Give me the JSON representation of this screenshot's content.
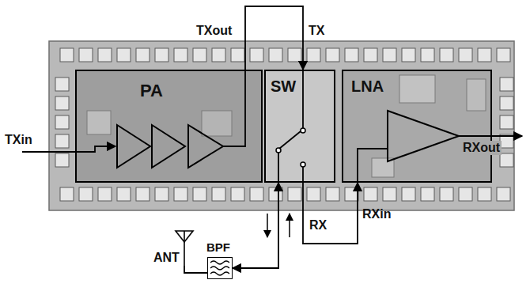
{
  "diagram": {
    "nodes": [
      {
        "text": [
          "PA"
        ]
      },
      {
        "text": [
          "SW"
        ]
      },
      {
        "text": [
          "LNA"
        ]
      },
      {
        "text": [
          "ANT"
        ]
      },
      {
        "text": [
          "BPF"
        ]
      }
    ],
    "edges": [
      {
        "from": 0,
        "to": 1,
        "arrow": "to"
      },
      {
        "from": 1,
        "to": 2,
        "arrow": "to"
      },
      {
        "from": 3,
        "to": 4,
        "arrow": "none"
      },
      {
        "from": 4,
        "to": 1,
        "arrow": "both"
      }
    ],
    "labels": [
      "TXout",
      "TX",
      "TXin",
      "RXout",
      "RX",
      "RXin"
    ]
  }
}
